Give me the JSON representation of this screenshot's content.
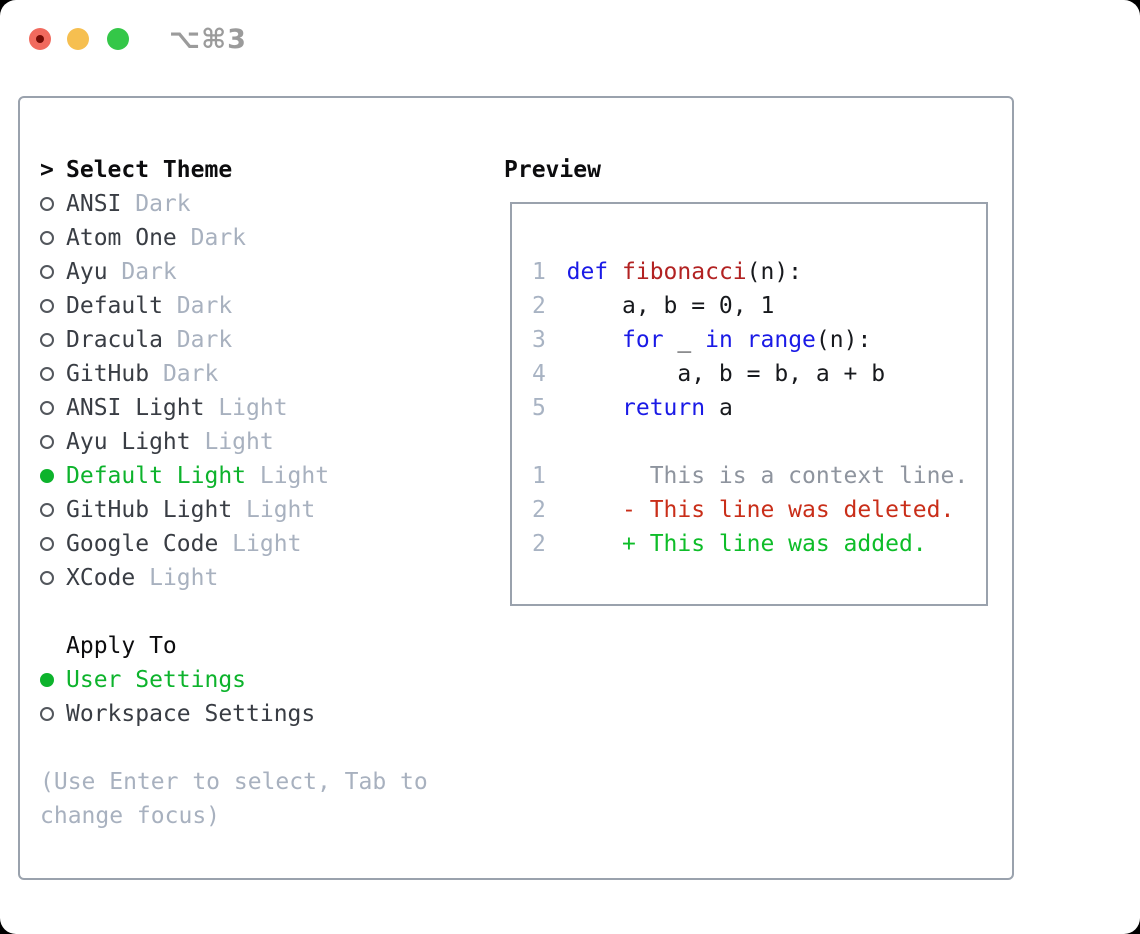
{
  "colors": {
    "page_bg": "#000000",
    "window_bg": "#ffffff",
    "traffic_red": "#f16a5e",
    "traffic_red_dot": "#750c06",
    "traffic_yellow": "#f6bf50",
    "traffic_green": "#34c748",
    "shortcut_text": "#9b9b9b",
    "panel_border": "#9aa2ad",
    "heading_text": "#0c0c0e",
    "item_text": "#393d44",
    "muted_text": "#a8b1bf",
    "selected_green": "#0db32c",
    "radio_ring": "#53575d",
    "gutter": "#a8b3c3",
    "code_text": "#17191d",
    "keyword": "#1a1ae6",
    "function_name": "#b22222",
    "context_line": "#8e949e",
    "deleted_line": "#c92e19",
    "added_line": "#0ebd29"
  },
  "window": {
    "shortcut": "⌥⌘3"
  },
  "theme_picker": {
    "prompt": ">",
    "title": "Select Theme",
    "items": [
      {
        "name": "ANSI",
        "variant": "Dark",
        "selected": false
      },
      {
        "name": "Atom One",
        "variant": "Dark",
        "selected": false
      },
      {
        "name": "Ayu",
        "variant": "Dark",
        "selected": false
      },
      {
        "name": "Default",
        "variant": "Dark",
        "selected": false
      },
      {
        "name": "Dracula",
        "variant": "Dark",
        "selected": false
      },
      {
        "name": "GitHub",
        "variant": "Dark",
        "selected": false
      },
      {
        "name": "ANSI Light",
        "variant": "Light",
        "selected": false
      },
      {
        "name": "Ayu Light",
        "variant": "Light",
        "selected": false
      },
      {
        "name": "Default Light",
        "variant": "Light",
        "selected": true
      },
      {
        "name": "GitHub Light",
        "variant": "Light",
        "selected": false
      },
      {
        "name": "Google Code",
        "variant": "Light",
        "selected": false
      },
      {
        "name": "XCode",
        "variant": "Light",
        "selected": false
      }
    ],
    "apply_to": {
      "title": "Apply To",
      "options": [
        {
          "label": "User Settings",
          "selected": true
        },
        {
          "label": "Workspace Settings",
          "selected": false
        }
      ]
    },
    "hint_lines": [
      "(Use Enter to select, Tab to",
      "change focus)"
    ]
  },
  "preview": {
    "title": "Preview",
    "code_lines": [
      {
        "num": "1",
        "segments": [
          {
            "style": "kw",
            "text": "def"
          },
          {
            "style": "txt",
            "text": " "
          },
          {
            "style": "fn",
            "text": "fibonacci"
          },
          {
            "style": "txt",
            "text": "(n):"
          }
        ]
      },
      {
        "num": "2",
        "segments": [
          {
            "style": "txt",
            "text": "    a, b = 0, 1"
          }
        ]
      },
      {
        "num": "3",
        "segments": [
          {
            "style": "txt",
            "text": "    "
          },
          {
            "style": "kw",
            "text": "for"
          },
          {
            "style": "txt",
            "text": " _ "
          },
          {
            "style": "kw",
            "text": "in"
          },
          {
            "style": "txt",
            "text": " "
          },
          {
            "style": "kw",
            "text": "range"
          },
          {
            "style": "txt",
            "text": "(n):"
          }
        ]
      },
      {
        "num": "4",
        "segments": [
          {
            "style": "txt",
            "text": "        a, b = b, a + b"
          }
        ]
      },
      {
        "num": "5",
        "segments": [
          {
            "style": "txt",
            "text": "    "
          },
          {
            "style": "kw",
            "text": "return"
          },
          {
            "style": "txt",
            "text": " a"
          }
        ]
      }
    ],
    "diff_lines": [
      {
        "num": "1",
        "segments": [
          {
            "style": "ctx",
            "text": "      This is a context line."
          }
        ]
      },
      {
        "num": "2",
        "segments": [
          {
            "style": "del",
            "text": "    - This line was deleted."
          }
        ]
      },
      {
        "num": "2",
        "segments": [
          {
            "style": "add",
            "text": "    + This line was added."
          }
        ]
      }
    ]
  }
}
